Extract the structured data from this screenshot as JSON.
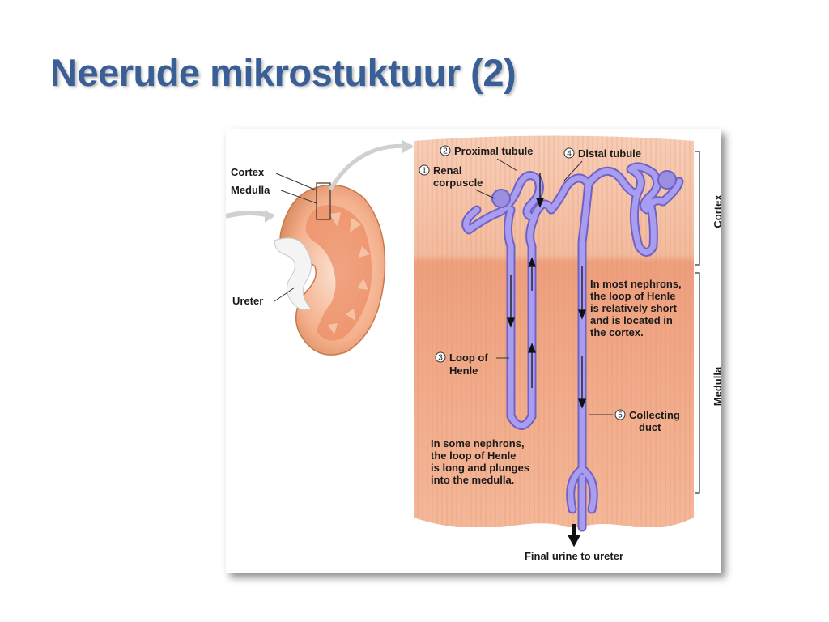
{
  "slide": {
    "title": "Neerude mikrostuktuur (2)"
  },
  "kidney": {
    "cortex": "Cortex",
    "medulla": "Medulla",
    "ureter": "Ureter"
  },
  "labels": {
    "n1": "1",
    "renal_l1": "Renal",
    "renal_l2": "corpuscle",
    "n2": "2",
    "proximal": "Proximal tubule",
    "n3": "3",
    "loop_l1": "Loop of",
    "loop_l2": "Henle",
    "n4": "4",
    "distal": "Distal tubule",
    "n5": "5",
    "collect_l1": "Collecting",
    "collect_l2": "duct",
    "note_short": [
      "In most nephrons,",
      "the loop of Henle",
      "is relatively short",
      "and is located in",
      "the cortex."
    ],
    "note_long": [
      "In some nephrons,",
      "the loop of Henle",
      "is long and plunges",
      "into the medulla."
    ],
    "final": "Final urine to ureter"
  },
  "regions": {
    "cortex": "Cortex",
    "medulla": "Medulla"
  },
  "colors": {
    "tissue": "#f2b596",
    "tissue_dark": "#e59874",
    "tubule": "#9a8fe0",
    "tubule_edge": "#6f62c4",
    "title": "#3a5f96"
  }
}
